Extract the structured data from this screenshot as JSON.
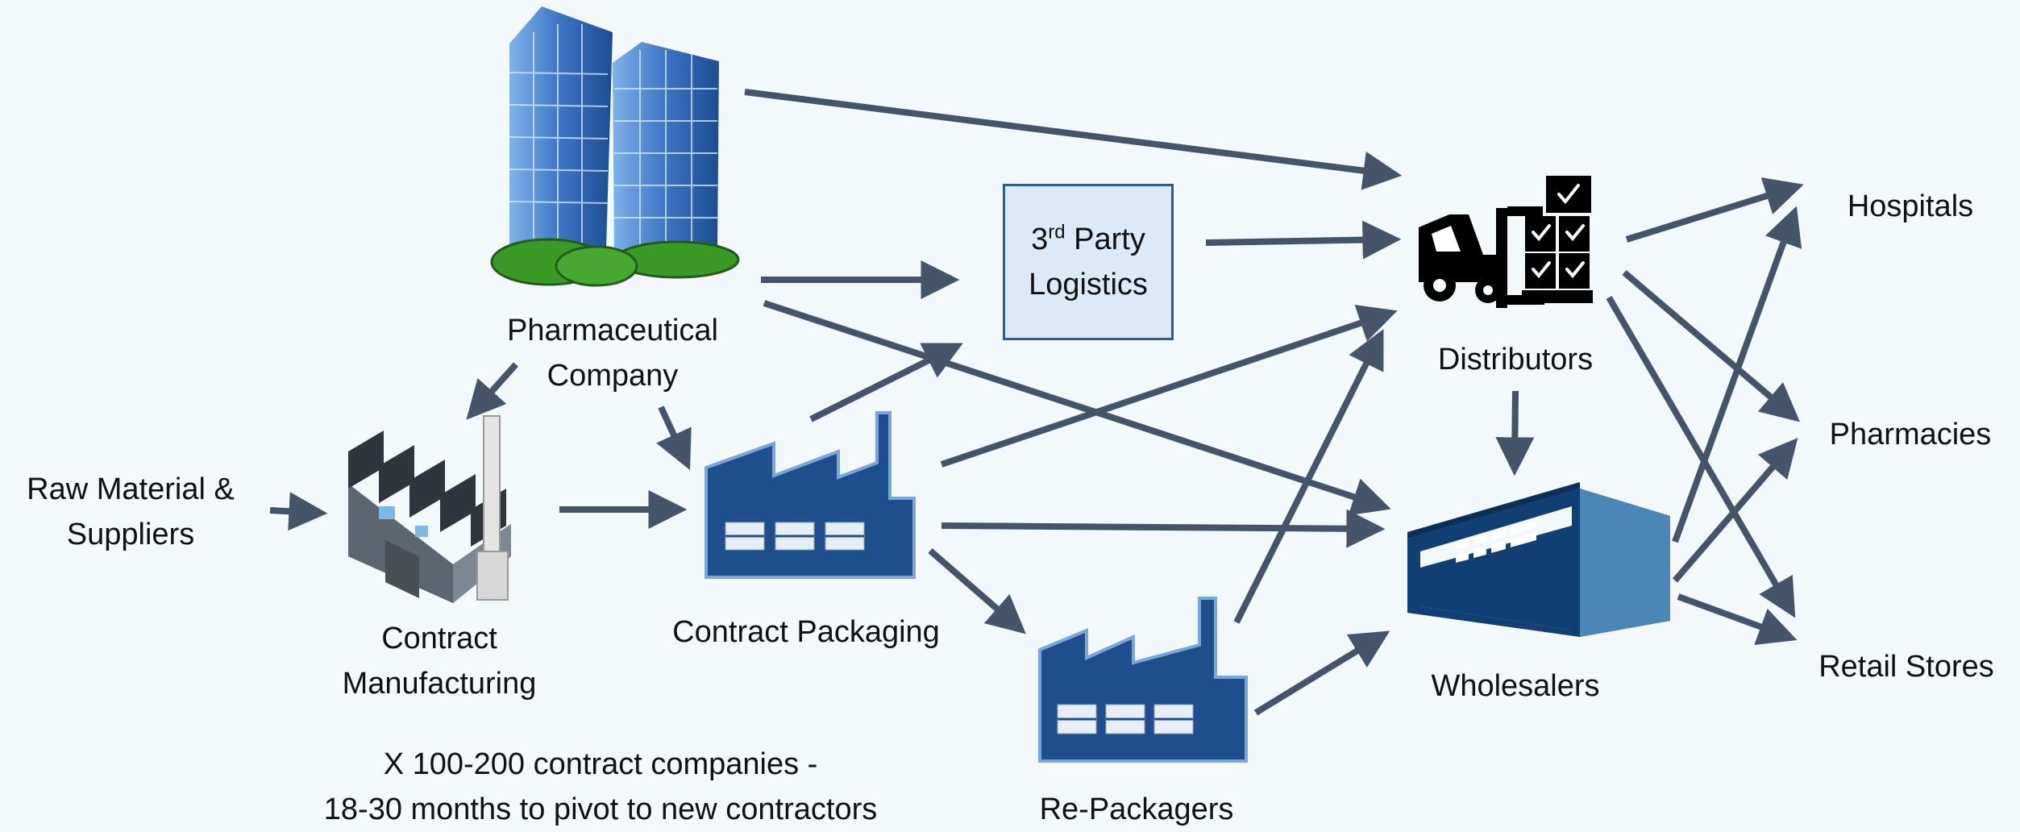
{
  "nodes": {
    "raw_material": [
      "Raw Material &",
      "Suppliers"
    ],
    "pharma": [
      "Pharmaceutical",
      "Company"
    ],
    "contract_mfg": [
      "Contract",
      "Manufacturing"
    ],
    "contract_pkg": "Contract Packaging",
    "third_party": {
      "num": "3",
      "sup": "rd",
      "rest": " Party",
      "line2": "Logistics"
    },
    "repackagers": "Re-Packagers",
    "distributors": "Distributors",
    "wholesalers": "Wholesalers",
    "hospitals": "Hospitals",
    "pharmacies": "Pharmacies",
    "retail": "Retail Stores"
  },
  "footnote": [
    "X 100-200 contract companies -",
    "18-30 months to pivot to new contractors"
  ],
  "colors": {
    "arrow": "#44546a",
    "box_fill": "#dce9f6",
    "box_border": "#2f5d8e",
    "factory": "#1f4e8c",
    "building": "#3f78c0",
    "grass": "#3a9a26"
  },
  "icons": [
    "office-buildings-icon",
    "manufacturing-plant-icon",
    "factory-icon",
    "forklift-icon",
    "warehouse-icon"
  ]
}
